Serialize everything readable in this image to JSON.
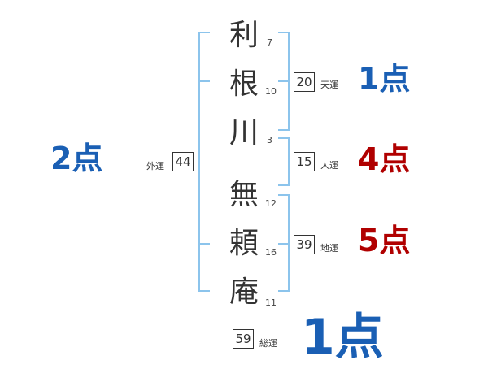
{
  "name_chars": [
    {
      "char": "利",
      "strokes": "7"
    },
    {
      "char": "根",
      "strokes": "10"
    },
    {
      "char": "川",
      "strokes": "3"
    },
    {
      "char": "無",
      "strokes": "12"
    },
    {
      "char": "頼",
      "strokes": "16"
    },
    {
      "char": "庵",
      "strokes": "11"
    }
  ],
  "fortunes": {
    "tenun": {
      "label": "天運",
      "value": "20",
      "score": "1点",
      "color": "#1a5fb4"
    },
    "jinun": {
      "label": "人運",
      "value": "15",
      "score": "4点",
      "color": "#b00000"
    },
    "chiun": {
      "label": "地運",
      "value": "39",
      "score": "5点",
      "color": "#b00000"
    },
    "gaiun": {
      "label": "外運",
      "value": "44",
      "score": "2点",
      "color": "#1a5fb4"
    },
    "soun": {
      "label": "総運",
      "value": "59",
      "score": "1点",
      "color": "#1a5fb4"
    }
  },
  "bracket_color": "#8cc4ec"
}
